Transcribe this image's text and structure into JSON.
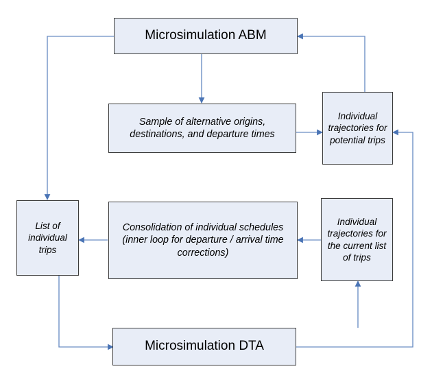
{
  "diagram": {
    "title": "Microsimulation ABM / DTA integration flowchart",
    "style": {
      "node_fill": "#e8edf7",
      "node_border": "#3b3b3b",
      "connector_color": "#5a7fb8",
      "background": "#ffffff"
    },
    "nodes": [
      {
        "id": "abm",
        "label": "Microsimulation ABM"
      },
      {
        "id": "sample",
        "label": "Sample of alternative origins, destinations, and departure times"
      },
      {
        "id": "potential",
        "label": "Individual trajectories for potential trips"
      },
      {
        "id": "list",
        "label": "List of individual trips"
      },
      {
        "id": "consol",
        "label": "Consolidation of individual schedules (inner loop for departure / arrival time corrections)"
      },
      {
        "id": "current",
        "label": "Individual trajectories for the current list of trips"
      },
      {
        "id": "dta",
        "label": "Microsimulation DTA"
      }
    ],
    "edges": [
      {
        "from": "abm",
        "to": "sample",
        "routing": "vertical-down"
      },
      {
        "from": "abm",
        "to": "list",
        "routing": "left-elbow-down"
      },
      {
        "from": "sample",
        "to": "potential",
        "routing": "horizontal-right"
      },
      {
        "from": "potential",
        "to": "abm",
        "routing": "up-then-left"
      },
      {
        "from": "consol",
        "to": "list",
        "routing": "horizontal-left"
      },
      {
        "from": "current",
        "to": "consol",
        "routing": "horizontal-left"
      },
      {
        "from": "list",
        "to": "dta",
        "routing": "down-then-right"
      },
      {
        "from": "dta",
        "to": "current",
        "routing": "vertical-up"
      },
      {
        "from": "dta",
        "to": "potential",
        "routing": "right-elbow-up"
      }
    ]
  }
}
